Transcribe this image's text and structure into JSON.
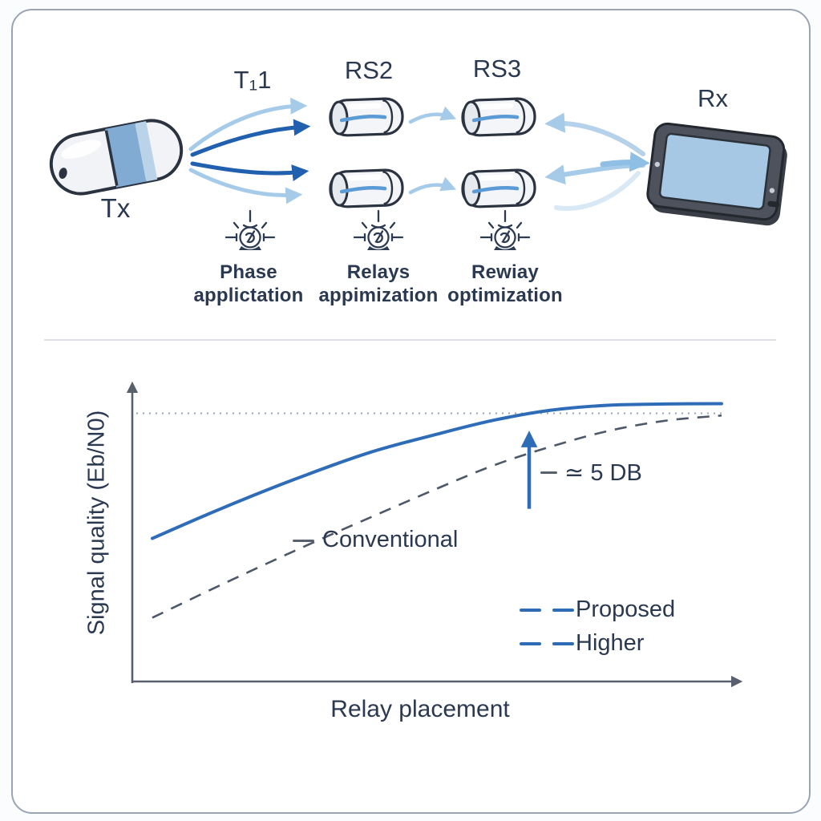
{
  "diagram": {
    "transmitter_label": "Tx",
    "link_label": "T₁1",
    "relay_stage2_label": "RS2",
    "relay_stage3_label": "RS3",
    "receiver_label": "Rx",
    "steps": [
      {
        "icon": "optimization-gear-icon",
        "line1": "Phase",
        "line2": "applictation"
      },
      {
        "icon": "optimization-gear-icon",
        "line1": "Relays",
        "line2": "appimization"
      },
      {
        "icon": "optimization-gear-icon",
        "line1": "Rewiay",
        "line2": "optimization"
      }
    ]
  },
  "colors": {
    "text_navy": "#2b3950",
    "solid_curve_blue": "#2e6cb8",
    "dashed_curve_gray": "#4d5868",
    "light_arrow_blue": "#a6cbe9",
    "dark_arrow_blue": "#2160ae",
    "asymptote_gray": "#9aa6b4",
    "axis_gray": "#58606e"
  },
  "chart_data": {
    "type": "line",
    "title": "",
    "xlabel": "Relay placement",
    "ylabel": "Signal quality (Eb/N0)",
    "xlim": [
      0,
      1
    ],
    "ylim": [
      0,
      10
    ],
    "grid": false,
    "x_tick_labels": [],
    "y_tick_labels": [],
    "asymptote_y": 8.62,
    "gap_arrow": {
      "x": 0.662,
      "y_from": 5.55,
      "y_to": 7.85,
      "label": "≃ 5 DB"
    },
    "series": [
      {
        "name": "Conventional",
        "style": "dashed",
        "color": "#4d5868",
        "x": [
          0,
          0.12,
          0.25,
          0.38,
          0.5,
          0.6,
          0.7,
          0.8,
          0.9,
          1.0
        ],
        "y": [
          2.05,
          3.1,
          4.2,
          5.25,
          6.2,
          6.95,
          7.55,
          8.05,
          8.38,
          8.55
        ]
      },
      {
        "name": "Proposed",
        "style": "solid",
        "color": "#2e6cb8",
        "x": [
          0,
          0.12,
          0.25,
          0.38,
          0.5,
          0.6,
          0.7,
          0.8,
          0.9,
          1.0
        ],
        "y": [
          4.6,
          5.55,
          6.5,
          7.35,
          7.95,
          8.4,
          8.72,
          8.88,
          8.92,
          8.93
        ]
      }
    ],
    "legend": [
      {
        "label": "Conventional",
        "swatch": "gray-solid-dash",
        "position": "inline-left"
      },
      {
        "label": "Proposed",
        "swatch": "blue-dashes",
        "position": "lower-right"
      },
      {
        "label": "Higher",
        "swatch": "blue-dashes",
        "position": "lower-right"
      }
    ]
  }
}
